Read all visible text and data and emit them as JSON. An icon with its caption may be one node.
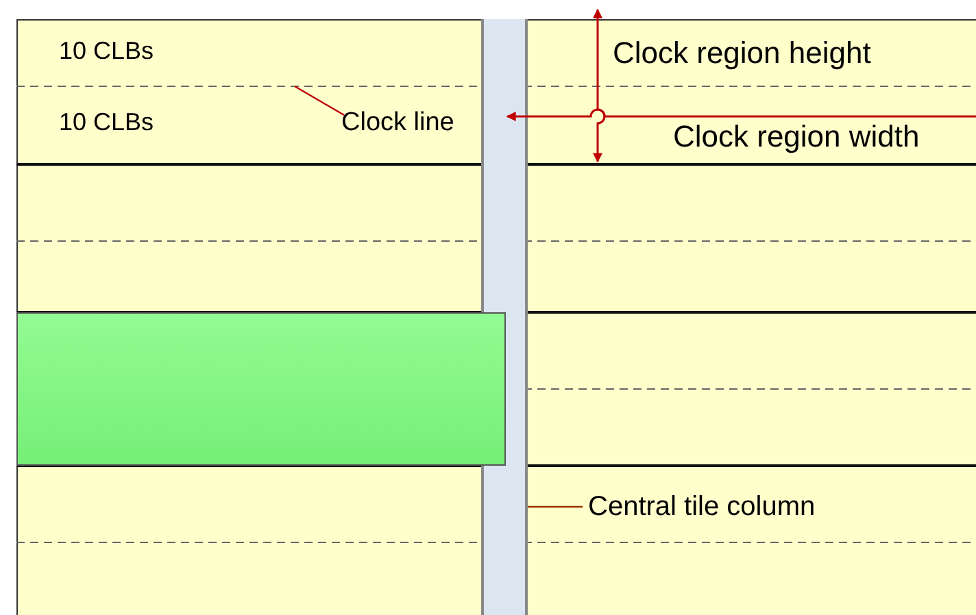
{
  "diagram": {
    "nodes": [
      {
        "text": [],
        "shape": "bar"
      },
      {
        "text": [
          "Clock line"
        ]
      },
      {
        "text": [],
        "shape": "box"
      },
      {
        "text": [
          "Central tile column"
        ]
      }
    ],
    "edges": [
      {
        "from": 1,
        "to": null,
        "arrow": "none",
        "color": "#c00000"
      },
      {
        "from": 3,
        "to": 0,
        "arrow": "none",
        "color": "#993300"
      }
    ],
    "labels": [
      "10 CLBs",
      "10 CLBs",
      "Clock region height",
      "Clock region width"
    ]
  }
}
